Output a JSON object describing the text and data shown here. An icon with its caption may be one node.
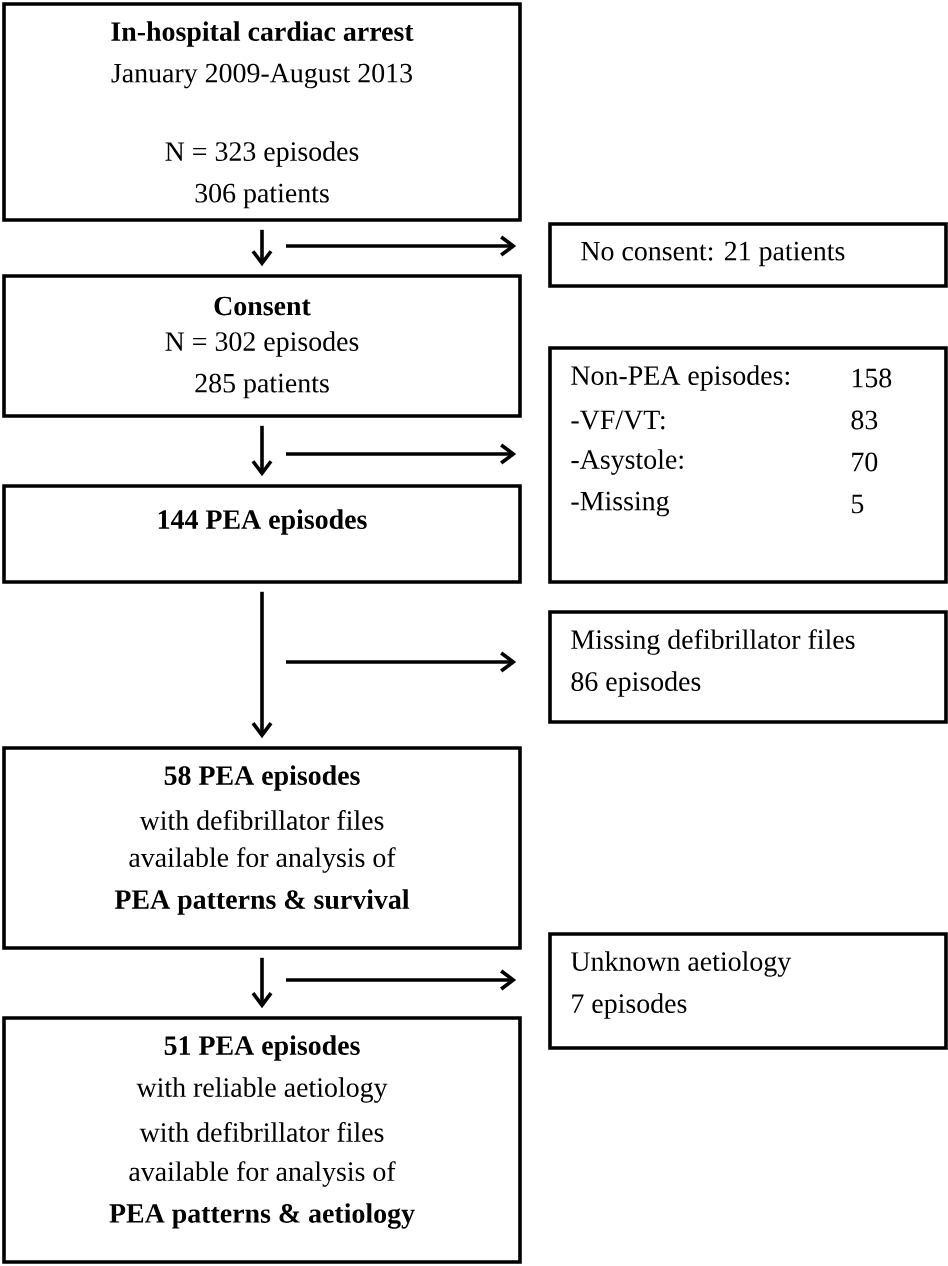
{
  "diagram": {
    "nodes": [
      {
        "text": [
          "In-hospital cardiac arrest",
          "January 2009-August 2013",
          "N = 323 episodes",
          "306 patients"
        ]
      },
      {
        "text": [
          "No consent: 21 patients"
        ]
      },
      {
        "text": [
          "Consent",
          "N = 302 episodes",
          "285 patients"
        ]
      },
      {
        "text": [
          "Non-PEA episodes:",
          "158",
          "-VF/VT:",
          "83",
          "-Asystole:",
          "70",
          "-Missing",
          "5"
        ]
      },
      {
        "text": [
          "144 PEA episodes"
        ]
      },
      {
        "text": [
          "Missing defibrillator files",
          "86 episodes"
        ]
      },
      {
        "text": [
          "58 PEA episodes",
          "with defibrillator files",
          "available for analysis of",
          "PEA patterns & survival"
        ]
      },
      {
        "text": [
          "Unknown aetiology",
          "7 episodes"
        ]
      },
      {
        "text": [
          "51 PEA episodes",
          "with reliable aetiology",
          "with defibrillator files",
          "available for analysis of",
          "PEA patterns & aetiology"
        ]
      }
    ],
    "edges": [
      {
        "from": 0,
        "to": 2,
        "arrow": "to"
      },
      {
        "from": null,
        "to": 1,
        "arrow": "to"
      },
      {
        "from": 2,
        "to": 4,
        "arrow": "to"
      },
      {
        "from": null,
        "to": 3,
        "arrow": "to"
      },
      {
        "from": 4,
        "to": 6,
        "arrow": "to"
      },
      {
        "from": null,
        "to": 5,
        "arrow": "to"
      },
      {
        "from": 6,
        "to": 8,
        "arrow": "to"
      },
      {
        "from": null,
        "to": 7,
        "arrow": "to"
      }
    ]
  }
}
